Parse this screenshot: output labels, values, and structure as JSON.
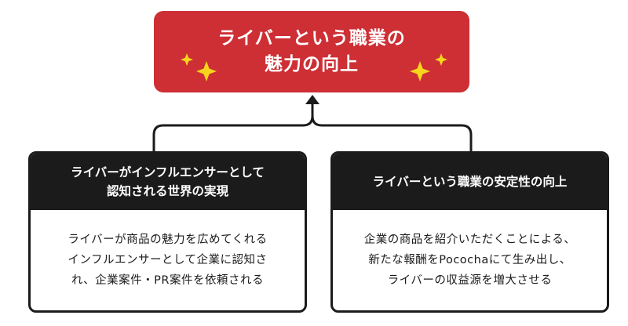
{
  "top": {
    "title_line1": "ライバーという職業の",
    "title_line2": "魅力の向上"
  },
  "left_card": {
    "heading_line1": "ライバーがインフルエンサーとして",
    "heading_line2": "認知される世界の実現",
    "body_line1": "ライバーが商品の魅力を広めてくれる",
    "body_line2": "インフルエンサーとして企業に認知さ",
    "body_line3": "れ、企業案件・PR案件を依頼される"
  },
  "right_card": {
    "heading": "ライバーという職業の安定性の向上",
    "body_line1": "企業の商品を紹介いただくことによる、",
    "body_line2": "新たな報酬をPocochaにて生み出し、",
    "body_line3": "ライバーの収益源を増大させる"
  },
  "colors": {
    "accent_red": "#cd2f35",
    "dark": "#1b1b1b",
    "sparkle": "#f7d51d"
  }
}
